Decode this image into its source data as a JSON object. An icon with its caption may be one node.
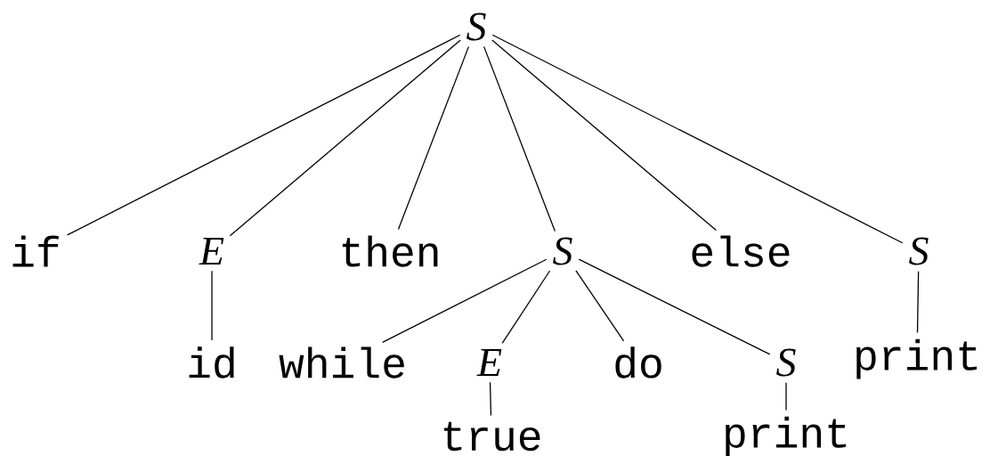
{
  "diagram": {
    "nodes": [
      {
        "text": [
          "S"
        ]
      },
      {
        "text": [
          "if"
        ]
      },
      {
        "text": [
          "E"
        ]
      },
      {
        "text": [
          "then"
        ]
      },
      {
        "text": [
          "S"
        ]
      },
      {
        "text": [
          "else"
        ]
      },
      {
        "text": [
          "S"
        ]
      },
      {
        "text": [
          "id"
        ]
      },
      {
        "text": [
          "while"
        ]
      },
      {
        "text": [
          "E"
        ]
      },
      {
        "text": [
          "do"
        ]
      },
      {
        "text": [
          "S"
        ]
      },
      {
        "text": [
          "print"
        ]
      },
      {
        "text": [
          "true"
        ]
      },
      {
        "text": [
          "print"
        ]
      }
    ],
    "edges": [
      {
        "from": 0,
        "to": 1,
        "arrow": "none"
      },
      {
        "from": 0,
        "to": 2,
        "arrow": "none"
      },
      {
        "from": 0,
        "to": 3,
        "arrow": "none"
      },
      {
        "from": 0,
        "to": 4,
        "arrow": "none"
      },
      {
        "from": 0,
        "to": 5,
        "arrow": "none"
      },
      {
        "from": 0,
        "to": 6,
        "arrow": "none"
      },
      {
        "from": 2,
        "to": 7,
        "arrow": "none"
      },
      {
        "from": 4,
        "to": 8,
        "arrow": "none"
      },
      {
        "from": 4,
        "to": 9,
        "arrow": "none"
      },
      {
        "from": 4,
        "to": 10,
        "arrow": "none"
      },
      {
        "from": 4,
        "to": 11,
        "arrow": "none"
      },
      {
        "from": 6,
        "to": 12,
        "arrow": "none"
      },
      {
        "from": 9,
        "to": 13,
        "arrow": "none"
      },
      {
        "from": 11,
        "to": 14,
        "arrow": "none"
      }
    ]
  }
}
